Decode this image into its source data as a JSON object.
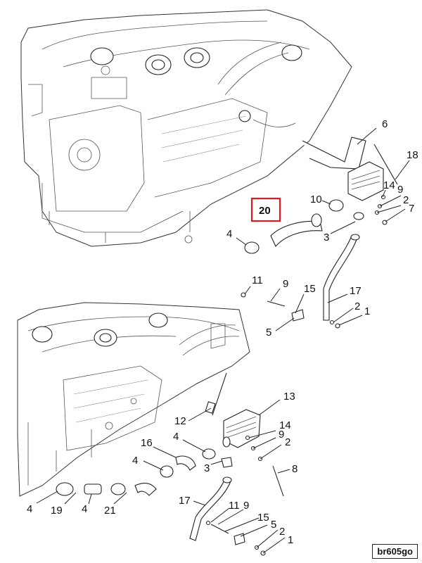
{
  "figure_code": "br605go",
  "highlight_color": "#e0191e",
  "callouts": {
    "c20": "20",
    "c6": "6",
    "c18": "18",
    "c10": "10",
    "c14a": "14",
    "c9a": "9",
    "c2a": "2",
    "c7": "7",
    "c4a": "4",
    "c3a": "3",
    "c11a": "11",
    "c9b": "9",
    "c15a": "15",
    "c17a": "17",
    "c2b": "2",
    "c1a": "1",
    "c5a": "5",
    "c13": "13",
    "c12": "12",
    "c14b": "14",
    "c9c": "9",
    "c2c": "2",
    "c16": "16",
    "c4b": "4",
    "c4c": "4",
    "c3b": "3",
    "c8": "8",
    "c17b": "17",
    "c11b": "11",
    "c9d": "9",
    "c15b": "15",
    "c5b": "5",
    "c2d": "2",
    "c1b": "1",
    "c4d": "4",
    "c19": "19",
    "c4e": "4",
    "c21": "21"
  }
}
